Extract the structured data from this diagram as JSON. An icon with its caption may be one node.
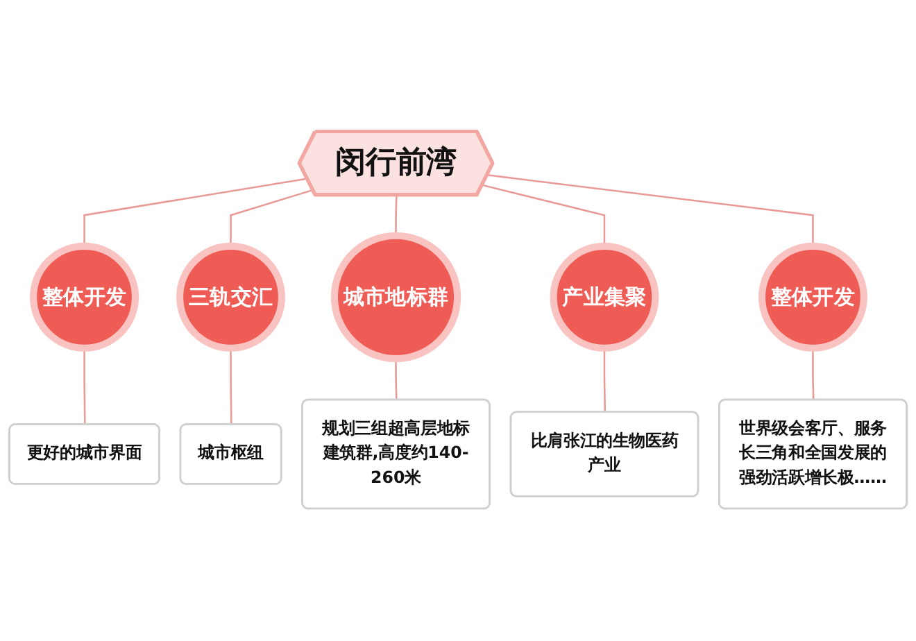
{
  "diagram": {
    "nodes": [
      {
        "text": [
          "闵行前湾"
        ]
      },
      {
        "text": [
          "整体开发"
        ]
      },
      {
        "text": [
          "更好的城市界面"
        ]
      },
      {
        "text": [
          "三轨交汇"
        ]
      },
      {
        "text": [
          "城市枢纽"
        ]
      },
      {
        "text": [
          "城市地标群"
        ]
      },
      {
        "text": [
          "规划三组超高层地标建筑群,高度约140-260米"
        ]
      },
      {
        "text": [
          "产业集聚"
        ]
      },
      {
        "text": [
          "比肩张江的生物医药产业"
        ]
      },
      {
        "text": [
          "整体开发"
        ]
      },
      {
        "text": [
          "世界级会客厅、服务长三角和全国发展的强劲活跃增长极……"
        ]
      }
    ],
    "edges": [
      {
        "from": 0,
        "to": 1,
        "arrow": "none"
      },
      {
        "from": 0,
        "to": 3,
        "arrow": "none"
      },
      {
        "from": 0,
        "to": 5,
        "arrow": "none"
      },
      {
        "from": 0,
        "to": 7,
        "arrow": "none"
      },
      {
        "from": 0,
        "to": 9,
        "arrow": "none"
      },
      {
        "from": 1,
        "to": 2,
        "arrow": "none"
      },
      {
        "from": 3,
        "to": 4,
        "arrow": "none"
      },
      {
        "from": 5,
        "to": 6,
        "arrow": "none"
      },
      {
        "from": 7,
        "to": 8,
        "arrow": "none"
      },
      {
        "from": 9,
        "to": 10,
        "arrow": "none"
      }
    ]
  }
}
